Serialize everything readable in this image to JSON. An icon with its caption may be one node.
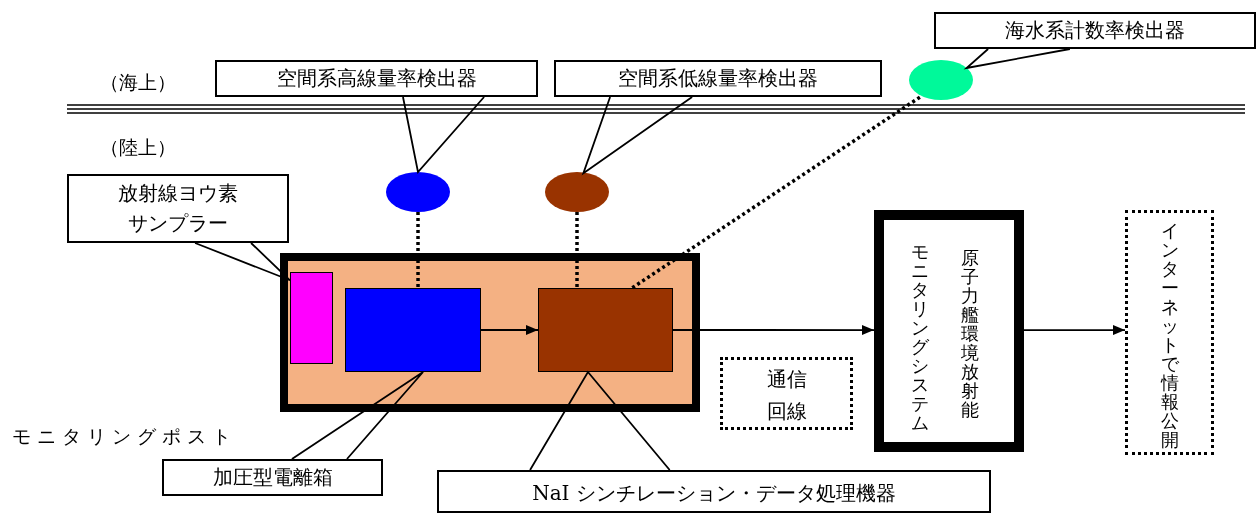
{
  "diagram": {
    "nodes": [
      {
        "text": [
          "海水系計数率検出器"
        ]
      },
      {
        "text": [
          "空間系高線量率検出器"
        ]
      },
      {
        "text": [
          "空間系低線量率検出器"
        ]
      },
      {
        "text": [],
        "shape": "circle"
      },
      {
        "text": [],
        "shape": "circle"
      },
      {
        "text": [],
        "shape": "circle"
      },
      {
        "text": [
          "放射線ヨウ素サンプラー"
        ]
      },
      {
        "text": [],
        "shape": "box"
      },
      {
        "text": [],
        "shape": "box",
        "in": 7
      },
      {
        "text": [],
        "shape": "box",
        "in": 7
      },
      {
        "text": [],
        "shape": "box",
        "in": 7
      },
      {
        "text": [
          "原子力艦環境放射能モニタリングシステム"
        ]
      },
      {
        "text": [
          "インターネットで情報公開"
        ]
      },
      {
        "text": [
          "通信回線"
        ]
      },
      {
        "text": [
          "加圧型電離箱"
        ]
      },
      {
        "text": [
          "NaI シンチレーション・データ処理機器"
        ]
      }
    ],
    "edges": [
      {
        "from": 9,
        "to": 10,
        "arrow": "to"
      },
      {
        "from": 10,
        "to": 11,
        "arrow": "to"
      },
      {
        "from": 11,
        "to": 12,
        "arrow": "to"
      },
      {
        "from": 4,
        "to": 9,
        "arrow": "none",
        "style": "dashed"
      },
      {
        "from": 5,
        "to": 10,
        "arrow": "none",
        "style": "dashed"
      },
      {
        "from": 3,
        "to": 10,
        "arrow": "none",
        "style": "dashed"
      },
      {
        "from": 0,
        "to": 3,
        "arrow": "none"
      },
      {
        "from": 1,
        "to": 4,
        "arrow": "none"
      },
      {
        "from": 2,
        "to": 5,
        "arrow": "none"
      },
      {
        "from": 6,
        "to": 8,
        "arrow": "none"
      },
      {
        "from": 14,
        "to": 9,
        "arrow": "none"
      },
      {
        "from": 15,
        "to": 10,
        "arrow": "none"
      }
    ],
    "labels": [
      "（海上）",
      "（陸上）",
      "モニタリングポスト"
    ]
  }
}
